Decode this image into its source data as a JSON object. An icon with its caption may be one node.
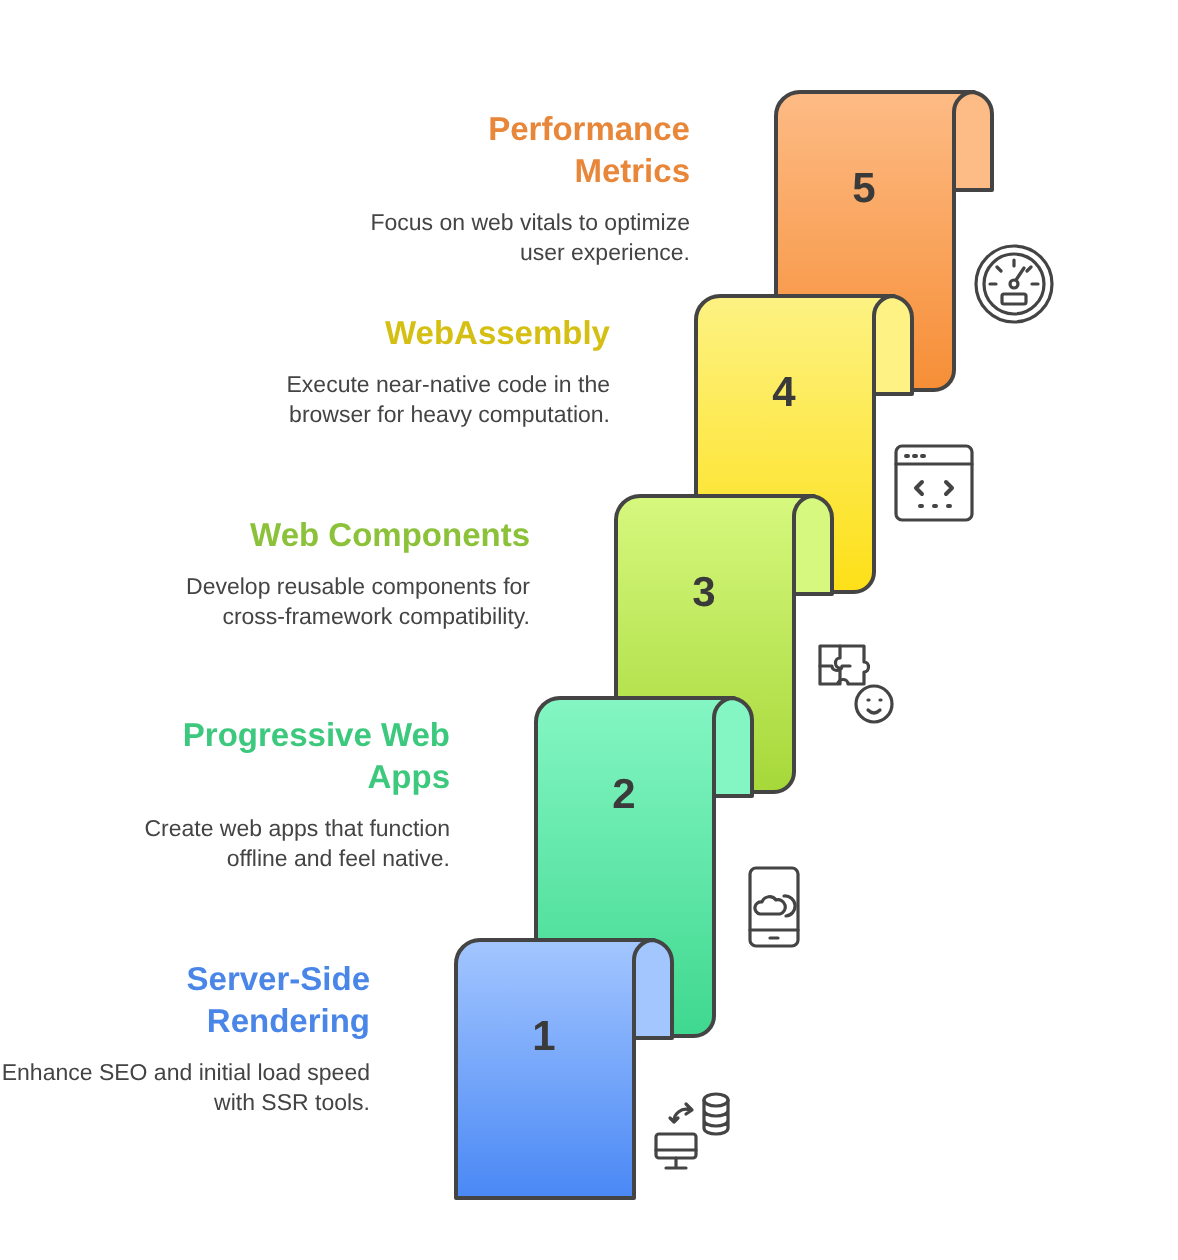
{
  "diagram": {
    "nodes": [
      {
        "text": [
          "5"
        ],
        "beside": [
          "Performance Metrics",
          "Focus on web vitals to optimize user experience."
        ]
      },
      {
        "text": [
          "4"
        ],
        "beside": [
          "WebAssembly",
          "Execute near-native code in the browser for heavy computation."
        ]
      },
      {
        "text": [
          "3"
        ],
        "beside": [
          "Web Components",
          "Develop reusable components for cross-framework compatibility."
        ]
      },
      {
        "text": [
          "2"
        ],
        "beside": [
          "Progressive Web Apps",
          "Create web apps that function offline and feel native."
        ]
      },
      {
        "text": [
          "1"
        ],
        "beside": [
          "Server-Side Rendering",
          "Enhance SEO and initial load speed with SSR tools."
        ]
      }
    ]
  }
}
